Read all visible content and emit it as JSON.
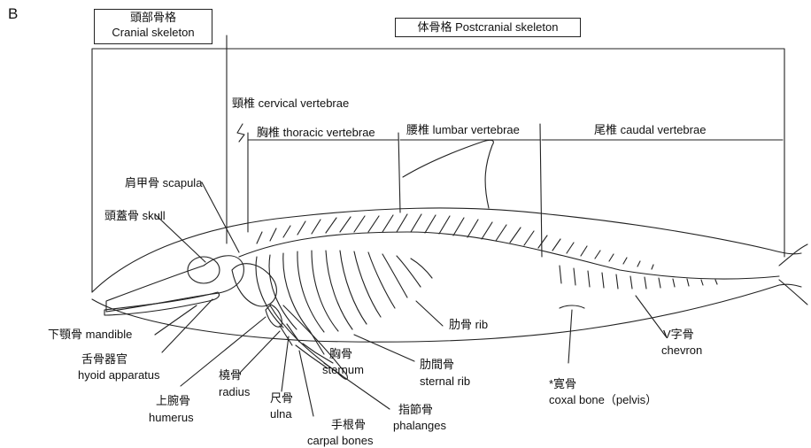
{
  "panel_letter": "B",
  "header": {
    "cranial_jp": "頭部骨格",
    "cranial_en": "Cranial skeleton",
    "postcranial": "体骨格 Postcranial skeleton"
  },
  "regions": {
    "cervical": "頸椎 cervical vertebrae",
    "thoracic": "胸椎 thoracic vertebrae",
    "lumbar": "腰椎 lumbar vertebrae",
    "caudal": "尾椎 caudal vertebrae"
  },
  "parts": {
    "scapula": "肩甲骨 scapula",
    "skull": "頭蓋骨 skull",
    "mandible": "下顎骨 mandible",
    "hyoid_jp": "舌骨器官",
    "hyoid_en": "hyoid apparatus",
    "humerus_jp": "上腕骨",
    "humerus_en": "humerus",
    "radius_jp": "橈骨",
    "radius_en": "radius",
    "ulna_jp": "尺骨",
    "ulna_en": "ulna",
    "carpal_jp": "手根骨",
    "carpal_en": "carpal bones",
    "phalanges_jp": "指節骨",
    "phalanges_en": "phalanges",
    "sternum_jp": "胸骨",
    "sternum_en": "sternum",
    "sternal_rib_jp": "肋間骨",
    "sternal_rib_en": "sternal rib",
    "rib": "肋骨 rib",
    "pelvis_jp": "*寛骨",
    "pelvis_en": "coxal bone（pelvis）",
    "chevron_jp": "V字骨",
    "chevron_en": "chevron"
  }
}
